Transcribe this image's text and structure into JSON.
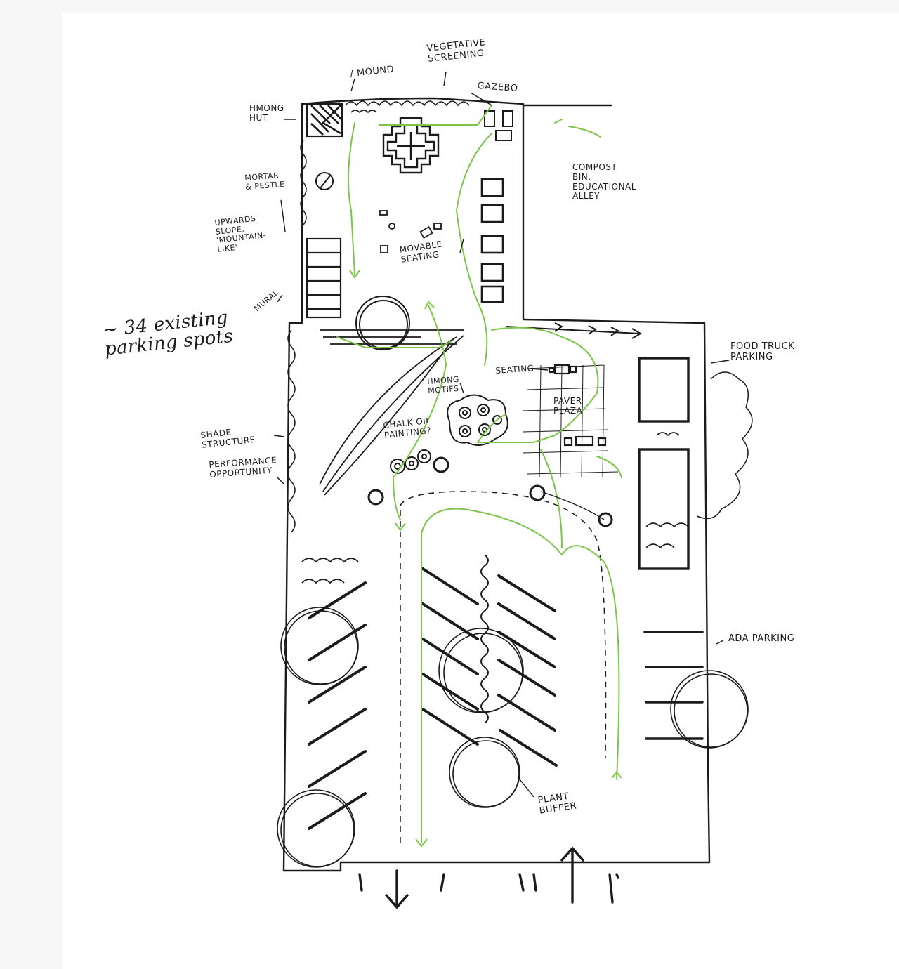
{
  "colors": {
    "ink": "#1b1b1b",
    "path_green": "#7cc44a",
    "paper": "#f7f7f7",
    "sheet": "#ffffff"
  },
  "labels": {
    "mound": "/ MOUND",
    "vegetative_screening": "VEGETATIVE\nSCREENING",
    "gazebo": "GAZEBO",
    "hmong_hut": "HMONG\nHUT",
    "compost_bin": "COMPOST\nBIN,\nEDUCATIONAL\nALLEY",
    "mortar_pestle": "MORTAR\n& PESTLE",
    "upwards_slope": "UPWARDS\nSLOPE,\n'MOUNTAIN-\nLIKE'",
    "movable_seating": "MOVABLE\nSEATING",
    "mural": "MURAL",
    "existing_parking": "~ 34 existing\nparking spots",
    "food_truck_parking": "FOOD TRUCK\nPARKING",
    "seating": "SEATING",
    "hmong_motifs": "HMONG\nMOTIFS",
    "paver_plaza": "PAVER\nPLAZA",
    "chalk_or_painting": "CHALK OR\nPAINTING?",
    "shade_structure": "SHADE\nSTRUCTURE",
    "performance_opportunity": "PERFORMANCE\nOPPORTUNITY",
    "ada_parking": "ADA PARKING",
    "plant_buffer": "PLANT\nBUFFER"
  }
}
